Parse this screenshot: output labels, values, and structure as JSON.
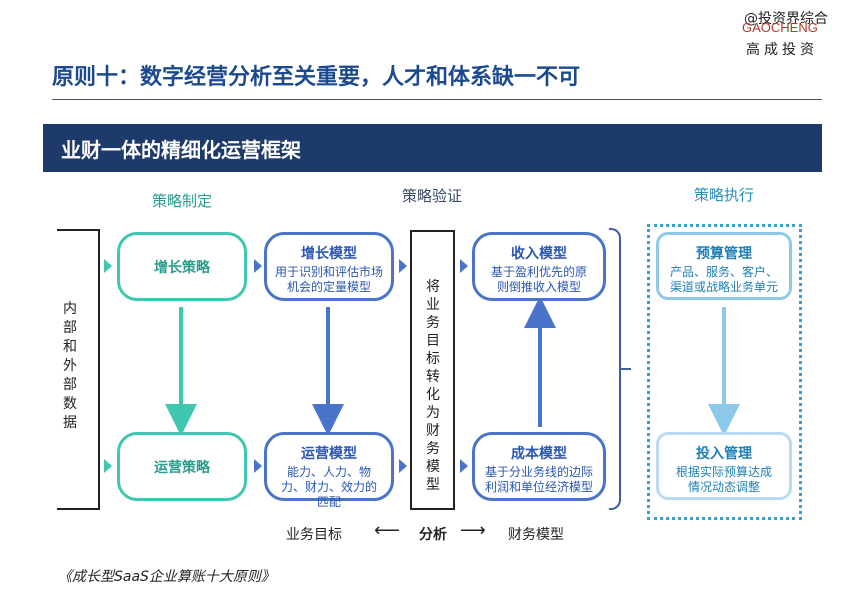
{
  "header": {
    "watermark": "@投资界综合",
    "logo_latin": "GAOCHENG",
    "logo_cn": "高成投资",
    "title": "原则十：数字经营分析至关重要，人才和体系缺一不可"
  },
  "banner": {
    "text": "业财一体的精细化运营框架"
  },
  "columns": {
    "strategy_making": "策略制定",
    "strategy_validation": "策略验证",
    "strategy_execution": "策略执行"
  },
  "left_bracket": {
    "label": "内部和外部数据"
  },
  "strategy_boxes": {
    "growth": "增长策略",
    "operation": "运营策略"
  },
  "models": {
    "growth": {
      "title": "增长模型",
      "desc": "用于识别和评估市场机会的定量模型"
    },
    "operation": {
      "title": "运营模型",
      "desc": "能力、人力、物力、财力、效力的匹配"
    }
  },
  "center": {
    "label": "将业务目标转化为财务模型"
  },
  "financial_models": {
    "revenue": {
      "title": "收入模型",
      "desc": "基于盈利优先的原则倒推收入模型"
    },
    "cost": {
      "title": "成本模型",
      "desc": "基于分业务线的边际利润和单位经济模型"
    }
  },
  "execution": {
    "budget": {
      "title": "预算管理",
      "desc": "产品、服务、客户、渠道或战略业务单元"
    },
    "investment": {
      "title": "投入管理",
      "desc": "根据实际预算达成情况动态调整"
    }
  },
  "bottom": {
    "left": "业务目标",
    "left_arrow": "⟵",
    "center": "分析",
    "right_arrow": "⟶",
    "right": "财务模型"
  },
  "citation": "《成长型SaaS企业算账十大原则》",
  "colors": {
    "navy": "#1d3a6b",
    "teal": "#3fc7b0",
    "blue": "#4a74c9",
    "light_blue": "#3aa0d0",
    "title_blue": "#1c4a8e"
  }
}
